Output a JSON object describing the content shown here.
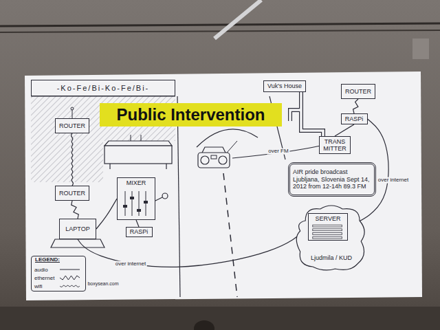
{
  "diagram": {
    "title": "Public Intervention",
    "nodes": [
      {
        "text": [
          "-Ko-Fe/Bi-Ko-Fe/Bi-"
        ]
      },
      {
        "text": [
          "Vuk's House"
        ]
      },
      {
        "text": [
          "ROUTER"
        ]
      },
      {
        "text": [
          "RASPi"
        ]
      },
      {
        "text": [
          "ROUTER"
        ]
      },
      {
        "text": [
          "TRANS MITTER"
        ]
      },
      {
        "text": [
          "AIR pride broadcast Ljubljana, Slovenia Sept 14, 2012 from 12-14h 89.3 FM"
        ]
      },
      {
        "text": [
          "MIXER"
        ]
      },
      {
        "text": [
          "ROUTER"
        ]
      },
      {
        "text": [
          "Ljudmila / KUD"
        ]
      },
      {
        "text": [
          "SERVER"
        ],
        "in": 9
      },
      {
        "text": [
          "LAPTOP"
        ]
      },
      {
        "text": [
          "RASPi"
        ]
      }
    ],
    "edges": [
      {
        "from": 4,
        "to": 8,
        "arrow": "none"
      },
      {
        "from": 8,
        "to": 11,
        "arrow": "none"
      },
      {
        "from": 7,
        "to": 11,
        "arrow": "none"
      },
      {
        "from": 7,
        "to": 12,
        "arrow": "none"
      },
      {
        "from": 11,
        "to": 10,
        "label": "over internet",
        "arrow": "none"
      },
      {
        "from": 2,
        "to": 3,
        "arrow": "none"
      },
      {
        "from": 3,
        "to": 5,
        "arrow": "none"
      },
      {
        "from": 3,
        "to": 10,
        "label": "over internet",
        "arrow": "none"
      }
    ],
    "labels": [
      "over FM",
      "LEGEND:",
      "boxysean.com"
    ],
    "legend": [
      {
        "text": "audio"
      },
      {
        "text": "ethernet"
      },
      {
        "text": "wifi"
      }
    ]
  }
}
